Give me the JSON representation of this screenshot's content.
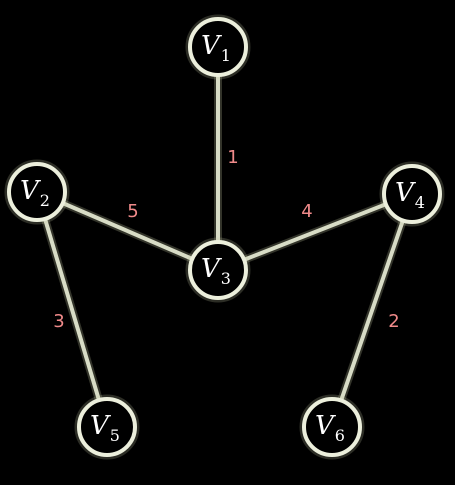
{
  "colors": {
    "background": "#000000",
    "edge": "#d8dcc6",
    "node_ring": "#ecefdc",
    "node_glow": "#c9cfa8",
    "node_text": "#ffffff",
    "weight_text": "#f08a8a"
  },
  "nodes": [
    {
      "id": "V1",
      "name": "V",
      "subscript": "1"
    },
    {
      "id": "V2",
      "name": "V",
      "subscript": "2"
    },
    {
      "id": "V3",
      "name": "V",
      "subscript": "3"
    },
    {
      "id": "V4",
      "name": "V",
      "subscript": "4"
    },
    {
      "id": "V5",
      "name": "V",
      "subscript": "5"
    },
    {
      "id": "V6",
      "name": "V",
      "subscript": "6"
    }
  ],
  "edges": [
    {
      "from": "V1",
      "to": "V3",
      "weight": "1"
    },
    {
      "from": "V2",
      "to": "V3",
      "weight": "5"
    },
    {
      "from": "V3",
      "to": "V4",
      "weight": "4"
    },
    {
      "from": "V2",
      "to": "V5",
      "weight": "3"
    },
    {
      "from": "V4",
      "to": "V6",
      "weight": "2"
    }
  ]
}
